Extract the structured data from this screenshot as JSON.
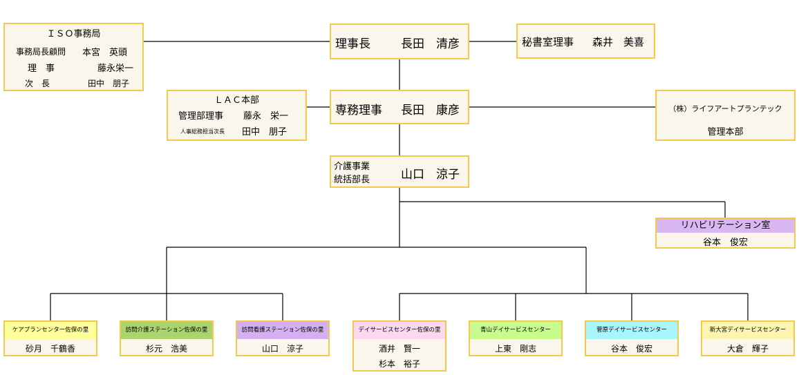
{
  "iso": {
    "title": "ＩＳＯ事務局",
    "rows": [
      {
        "role": "事務局長顧問",
        "name": "本宮　英頭"
      },
      {
        "role": "理　事",
        "name": "藤永栄一"
      },
      {
        "role": "次　長",
        "name": "田中　朋子"
      }
    ]
  },
  "chair": {
    "role": "理事長",
    "name": "長田　清彦"
  },
  "secretary": {
    "role": "秘書室理事",
    "name": "森井　美喜"
  },
  "lac": {
    "title": "ＬＡＣ本部",
    "rows": [
      {
        "role": "管理部理事",
        "name": "藤永　栄一"
      },
      {
        "role": "人事総務担当次長",
        "name": "田中　朋子"
      }
    ]
  },
  "executive": {
    "role": "専務理事",
    "name": "長田　康彦"
  },
  "lifeart": {
    "company": "（株）ライフアートプランテック",
    "dept": "管理本部"
  },
  "care": {
    "role_line1": "介護事業",
    "role_line2": "統括部長",
    "name": "山口　涼子"
  },
  "rehab": {
    "title": "リハビリテーション室",
    "name": "谷本　俊宏",
    "color": "#d9b7f2"
  },
  "centers": [
    {
      "title": "ケアプランセンター佐保の里",
      "names": [
        "砂月　千鶴香"
      ],
      "color": "#fefe9a"
    },
    {
      "title": "訪問介護ステーション佐保の里",
      "names": [
        "杉元　浩美"
      ],
      "color": "#a9d46e"
    },
    {
      "title": "訪問看護ステーション佐保の里",
      "names": [
        "山口　涼子"
      ],
      "color": "#d4b0f0"
    },
    {
      "title": "デイサービスセンター佐保の里",
      "names": [
        "酒井　賢一",
        "杉本　裕子"
      ],
      "color": "#fbd8f0"
    },
    {
      "title": "青山デイサービスセンター",
      "names": [
        "上東　剛志"
      ],
      "color": "#c8fb8d"
    },
    {
      "title": "菅原デイサービスセンター",
      "names": [
        "谷本　俊宏"
      ],
      "color": "#a8f6fb"
    },
    {
      "title": "新大宮デイサービスセンター",
      "names": [
        "大倉　輝子"
      ],
      "color": "#fbf5b0"
    }
  ]
}
